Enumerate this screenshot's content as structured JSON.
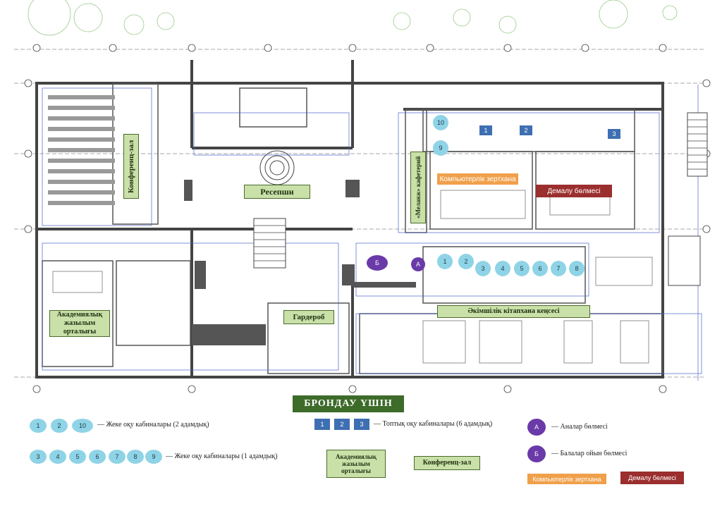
{
  "rooms": {
    "conference_hall": "Конференц-зал",
    "reception": "Ресепшн",
    "cafe": "«Меланж» кафетерий",
    "computer_lab": "Компьютерлік зертхана",
    "rest_room": "Демалу бөлмесі",
    "academic_writing_1": "Академиялық",
    "academic_writing_2": "жазылым",
    "academic_writing_3": "орталығы",
    "wardrobe": "Гардероб",
    "library_office": "Әкімшілік кітапхана кеңсесі"
  },
  "plan_markers": {
    "cabins_top": [
      "10",
      "9"
    ],
    "group_cabins": [
      "1",
      "2",
      "3"
    ],
    "cabins_row": [
      "1",
      "2",
      "3",
      "4",
      "5",
      "6",
      "7",
      "8"
    ],
    "purple": [
      "Б",
      "А"
    ]
  },
  "legend": {
    "title": "БРОНДАУ ҮШІН",
    "individual_2": {
      "items": [
        "1",
        "2",
        "10"
      ],
      "text": "— Жеке оқу кабиналары (2 адамдық)"
    },
    "individual_1": {
      "items": [
        "3",
        "4",
        "5",
        "6",
        "7",
        "8",
        "9"
      ],
      "text": "— Жеке оқу кабиналары (1 адамдық)"
    },
    "group": {
      "items": [
        "1",
        "2",
        "3"
      ],
      "text": "— Топтық оқу кабиналары (6 адамдық)"
    },
    "mothers": {
      "marker": "А",
      "text": "— Аналар бөлмесі"
    },
    "kids": {
      "marker": "Б",
      "text": "— Балалар ойын бөлмесі"
    },
    "academic_1": "Академиялық",
    "academic_2": "жазылым",
    "academic_3": "орталығы",
    "conference": "Конференц-зал",
    "computer_lab": "Компьютерлік зертхана",
    "rest_room": "Демалу бөлмесі"
  },
  "colors": {
    "room_label": "#c9e0a9",
    "cabin": "#8fd3e6",
    "group_cabin": "#3e6fb3",
    "purple": "#6a3aa8",
    "orange": "#f0a04b",
    "red": "#9b2e2e",
    "title": "#3d6b2a"
  }
}
